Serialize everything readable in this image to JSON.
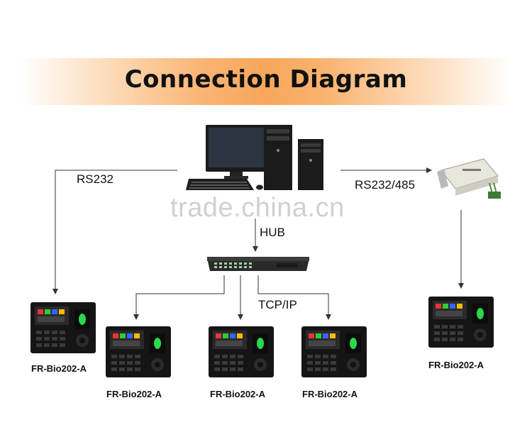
{
  "header": {
    "title": "Connection Diagram"
  },
  "links": {
    "rs232": "RS232",
    "rs232_485": "RS232/485",
    "hub": "HUB",
    "tcp_ip": "TCP/IP"
  },
  "watermark": "trade.china.cn",
  "devices": [
    {
      "label": "FR-Bio202-A"
    },
    {
      "label": "FR-Bio202-A"
    },
    {
      "label": "FR-Bio202-A"
    },
    {
      "label": "FR-Bio202-A"
    },
    {
      "label": "FR-Bio202-A"
    }
  ],
  "colors": {
    "banner": "#f7a65a",
    "line": "#333333",
    "device": "#151515",
    "fingerprint": "#2ad84a"
  }
}
